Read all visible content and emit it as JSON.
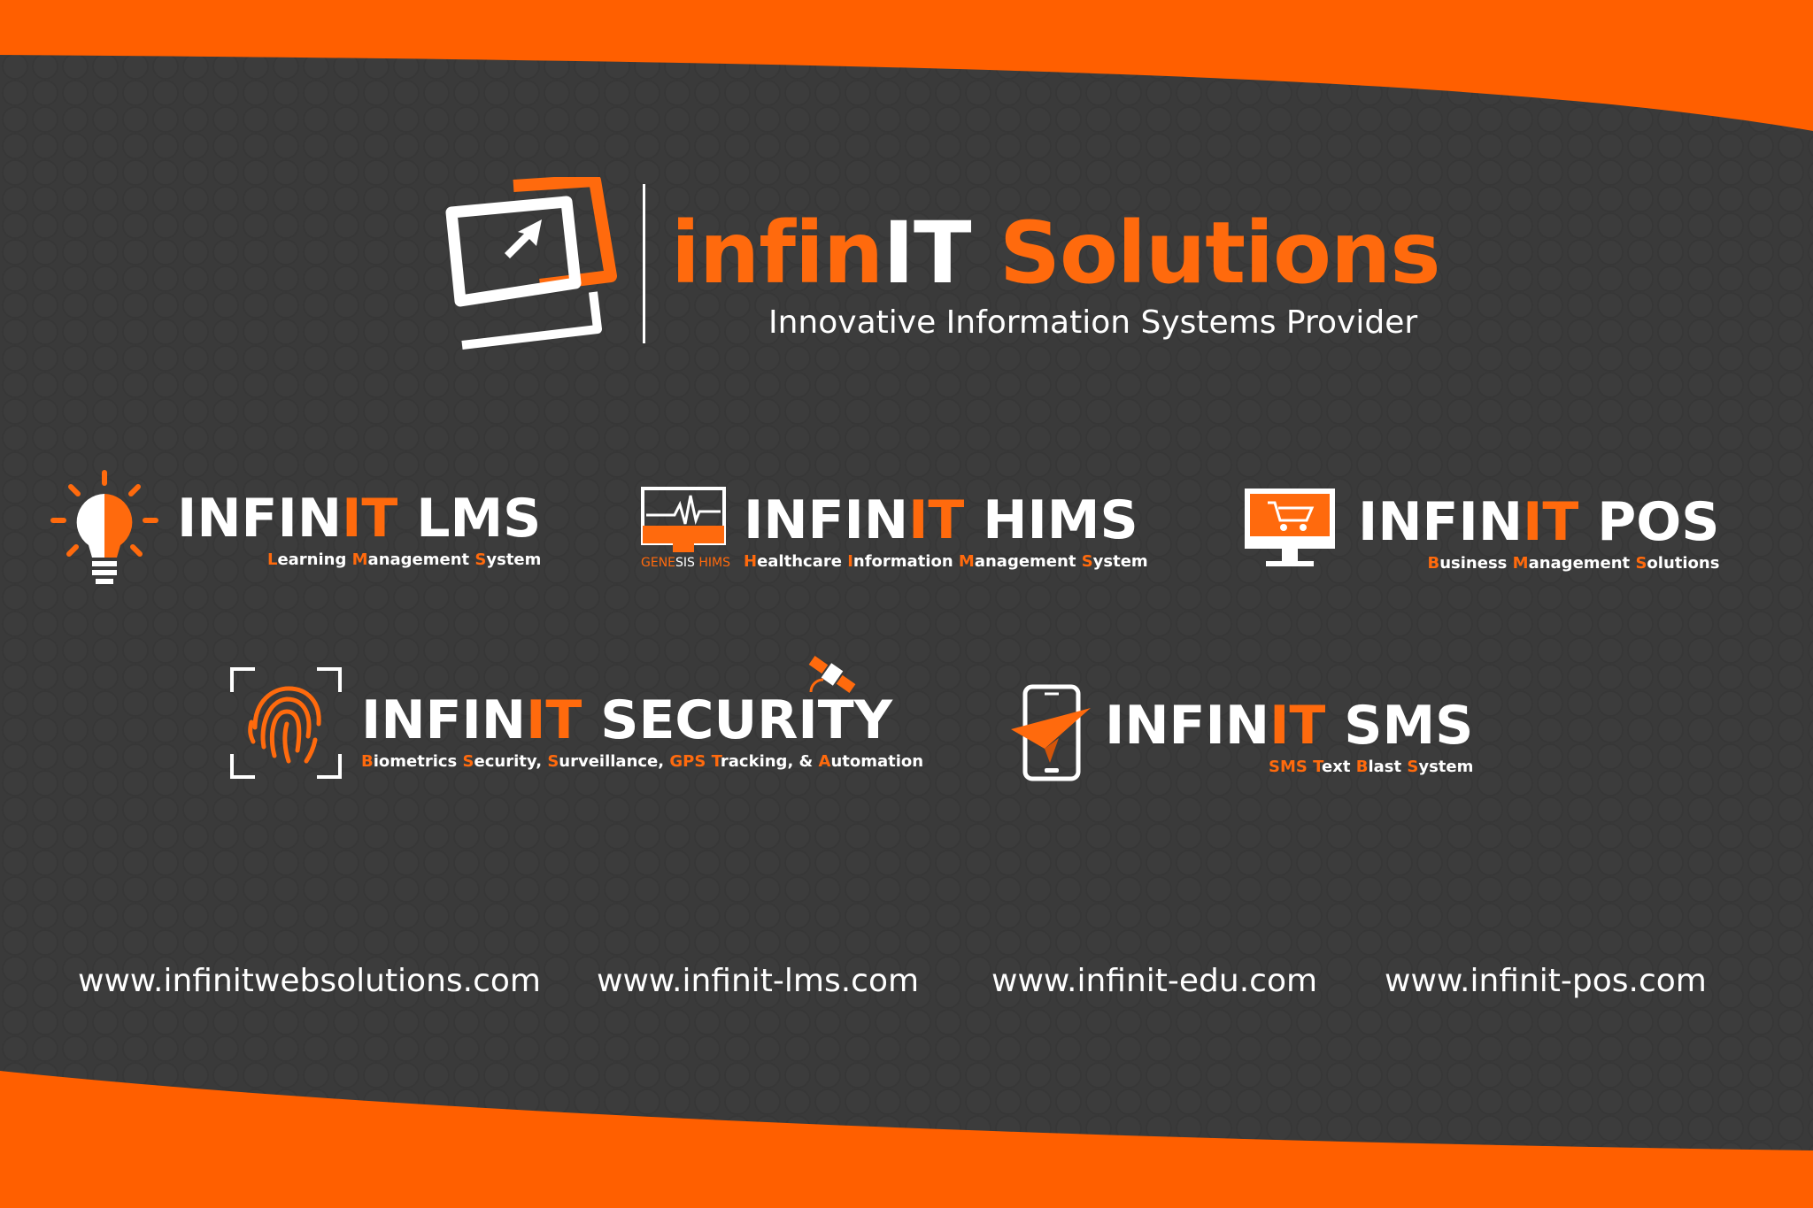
{
  "colors": {
    "accent": "#ff6a0d",
    "background": "#3a3a3a",
    "text": "#ffffff"
  },
  "brand": {
    "name_part1": "infin",
    "name_part2": "IT",
    "name_part3": "Solutions",
    "tagline": "Innovative Information Systems Provider",
    "logo_icon": "screen-cursor-icon"
  },
  "products": [
    {
      "name_a": "INFIN",
      "name_b": "IT",
      "name_c": "LMS",
      "subtitle": [
        [
          "L",
          "earning "
        ],
        [
          "M",
          "anagement "
        ],
        [
          "S",
          "ystem"
        ]
      ],
      "icon": "lightbulb-icon"
    },
    {
      "name_a": "INFIN",
      "name_b": "IT",
      "name_c": "HIMS",
      "subtitle": [
        [
          "H",
          "ealthcare "
        ],
        [
          "I",
          "nformation "
        ],
        [
          "M",
          "anagement "
        ],
        [
          "S",
          "ystem"
        ]
      ],
      "icon": "heartbeat-monitor-icon",
      "icon_caption_a": "GENE",
      "icon_caption_b": "SIS",
      "icon_caption_c": " HIMS"
    },
    {
      "name_a": "INFIN",
      "name_b": "IT",
      "name_c": "POS",
      "subtitle": [
        [
          "B",
          "usiness "
        ],
        [
          "M",
          "anagement "
        ],
        [
          "S",
          "olutions"
        ]
      ],
      "icon": "shopping-cart-monitor-icon"
    },
    {
      "name_a": "INFIN",
      "name_b": "IT",
      "name_c": "SECURITY",
      "subtitle": [
        [
          "B",
          "iometrics "
        ],
        [
          "S",
          "ecurity, "
        ],
        [
          "S",
          "urveillance, "
        ],
        [
          "GPS",
          " "
        ],
        [
          "T",
          "racking, & "
        ],
        [
          "A",
          "utomation"
        ]
      ],
      "icon": "fingerprint-icon",
      "icon2": "satellite-icon"
    },
    {
      "name_a": "INFIN",
      "name_b": "IT",
      "name_c": "SMS",
      "subtitle": [
        [
          "SMS",
          " "
        ],
        [
          "T",
          "ext "
        ],
        [
          "B",
          "last "
        ],
        [
          "S",
          "ystem"
        ]
      ],
      "icon": "phone-paper-plane-icon"
    }
  ],
  "websites": [
    "www.infinitwebsolutions.com",
    "www.infinit-lms.com",
    "www.infinit-edu.com",
    "www.infinit-pos.com"
  ]
}
